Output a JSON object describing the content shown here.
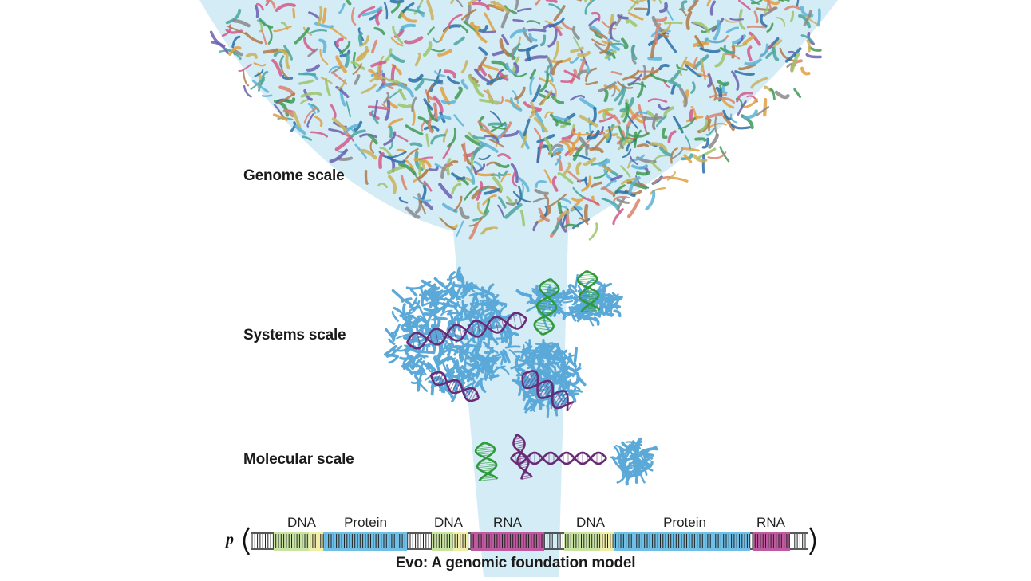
{
  "labels": {
    "genome": "Genome scale",
    "systems": "Systems scale",
    "molecular": "Molecular scale"
  },
  "sequence": {
    "symbol": "p",
    "segments": [
      {
        "type": "dna",
        "label": "DNA"
      },
      {
        "type": "protein",
        "label": "Protein"
      },
      {
        "type": "dna",
        "label": "DNA"
      },
      {
        "type": "rna",
        "label": "RNA"
      },
      {
        "type": "dna",
        "label": "DNA"
      },
      {
        "type": "protein",
        "label": "Protein"
      },
      {
        "type": "rna",
        "label": "RNA"
      }
    ]
  },
  "caption": "Evo: A genomic foundation model",
  "colors": {
    "funnel": "#d4ecf6",
    "dna": "#c9e3a3",
    "dna_accent": "#f1eeaa",
    "protein": "#6fbfe6",
    "rna": "#c05aa0",
    "helix_green": "#2f9a3a",
    "helix_purple": "#6a2b76",
    "protein_blue": "#5aa9d8"
  }
}
